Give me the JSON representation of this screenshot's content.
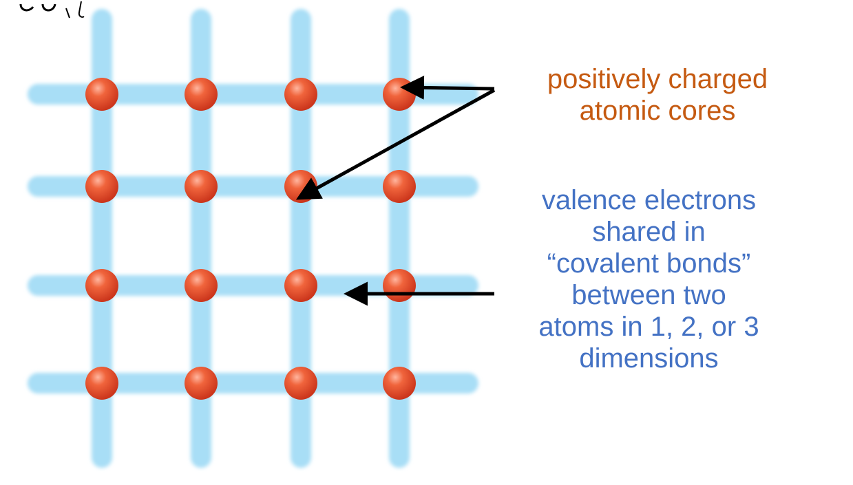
{
  "colors": {
    "bond": "#a8def6",
    "atom": "#e04a28",
    "atom_highlight": "#ffb59e",
    "arrow": "#000000",
    "cores_text": "#c55a11",
    "electrons_text": "#4472c4"
  },
  "lattice": {
    "rows": 4,
    "columns": 4
  },
  "labels": {
    "cores": [
      "positively charged",
      "atomic cores"
    ],
    "electrons": [
      "valence electrons",
      "shared in",
      "“covalent bonds”",
      "between two",
      "atoms in 1, 2, or 3",
      "dimensions"
    ]
  }
}
